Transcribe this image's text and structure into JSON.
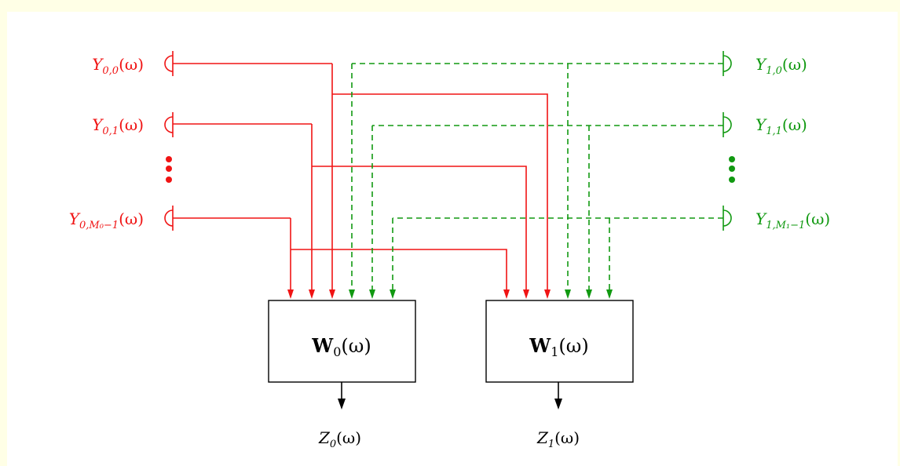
{
  "left_group": {
    "color": "#f01414",
    "mics": [
      {
        "base": "Y",
        "sub": "0,0",
        "arg": "(ω)"
      },
      {
        "base": "Y",
        "sub": "0,1",
        "arg": "(ω)"
      },
      {
        "base": "Y",
        "sub": "0,M₀−1",
        "arg": "(ω)"
      }
    ]
  },
  "right_group": {
    "color": "#119911",
    "mics": [
      {
        "base": "Y",
        "sub": "1,0",
        "arg": "(ω)"
      },
      {
        "base": "Y",
        "sub": "1,1",
        "arg": "(ω)"
      },
      {
        "base": "Y",
        "sub": "1,M₁−1",
        "arg": "(ω)"
      }
    ]
  },
  "filters": [
    {
      "bold": "W",
      "sub": "0",
      "arg": "(ω)"
    },
    {
      "bold": "W",
      "sub": "1",
      "arg": "(ω)"
    }
  ],
  "outputs": [
    {
      "base": "Z",
      "sub": "0",
      "arg": "(ω)"
    },
    {
      "base": "Z",
      "sub": "1",
      "arg": "(ω)"
    }
  ]
}
